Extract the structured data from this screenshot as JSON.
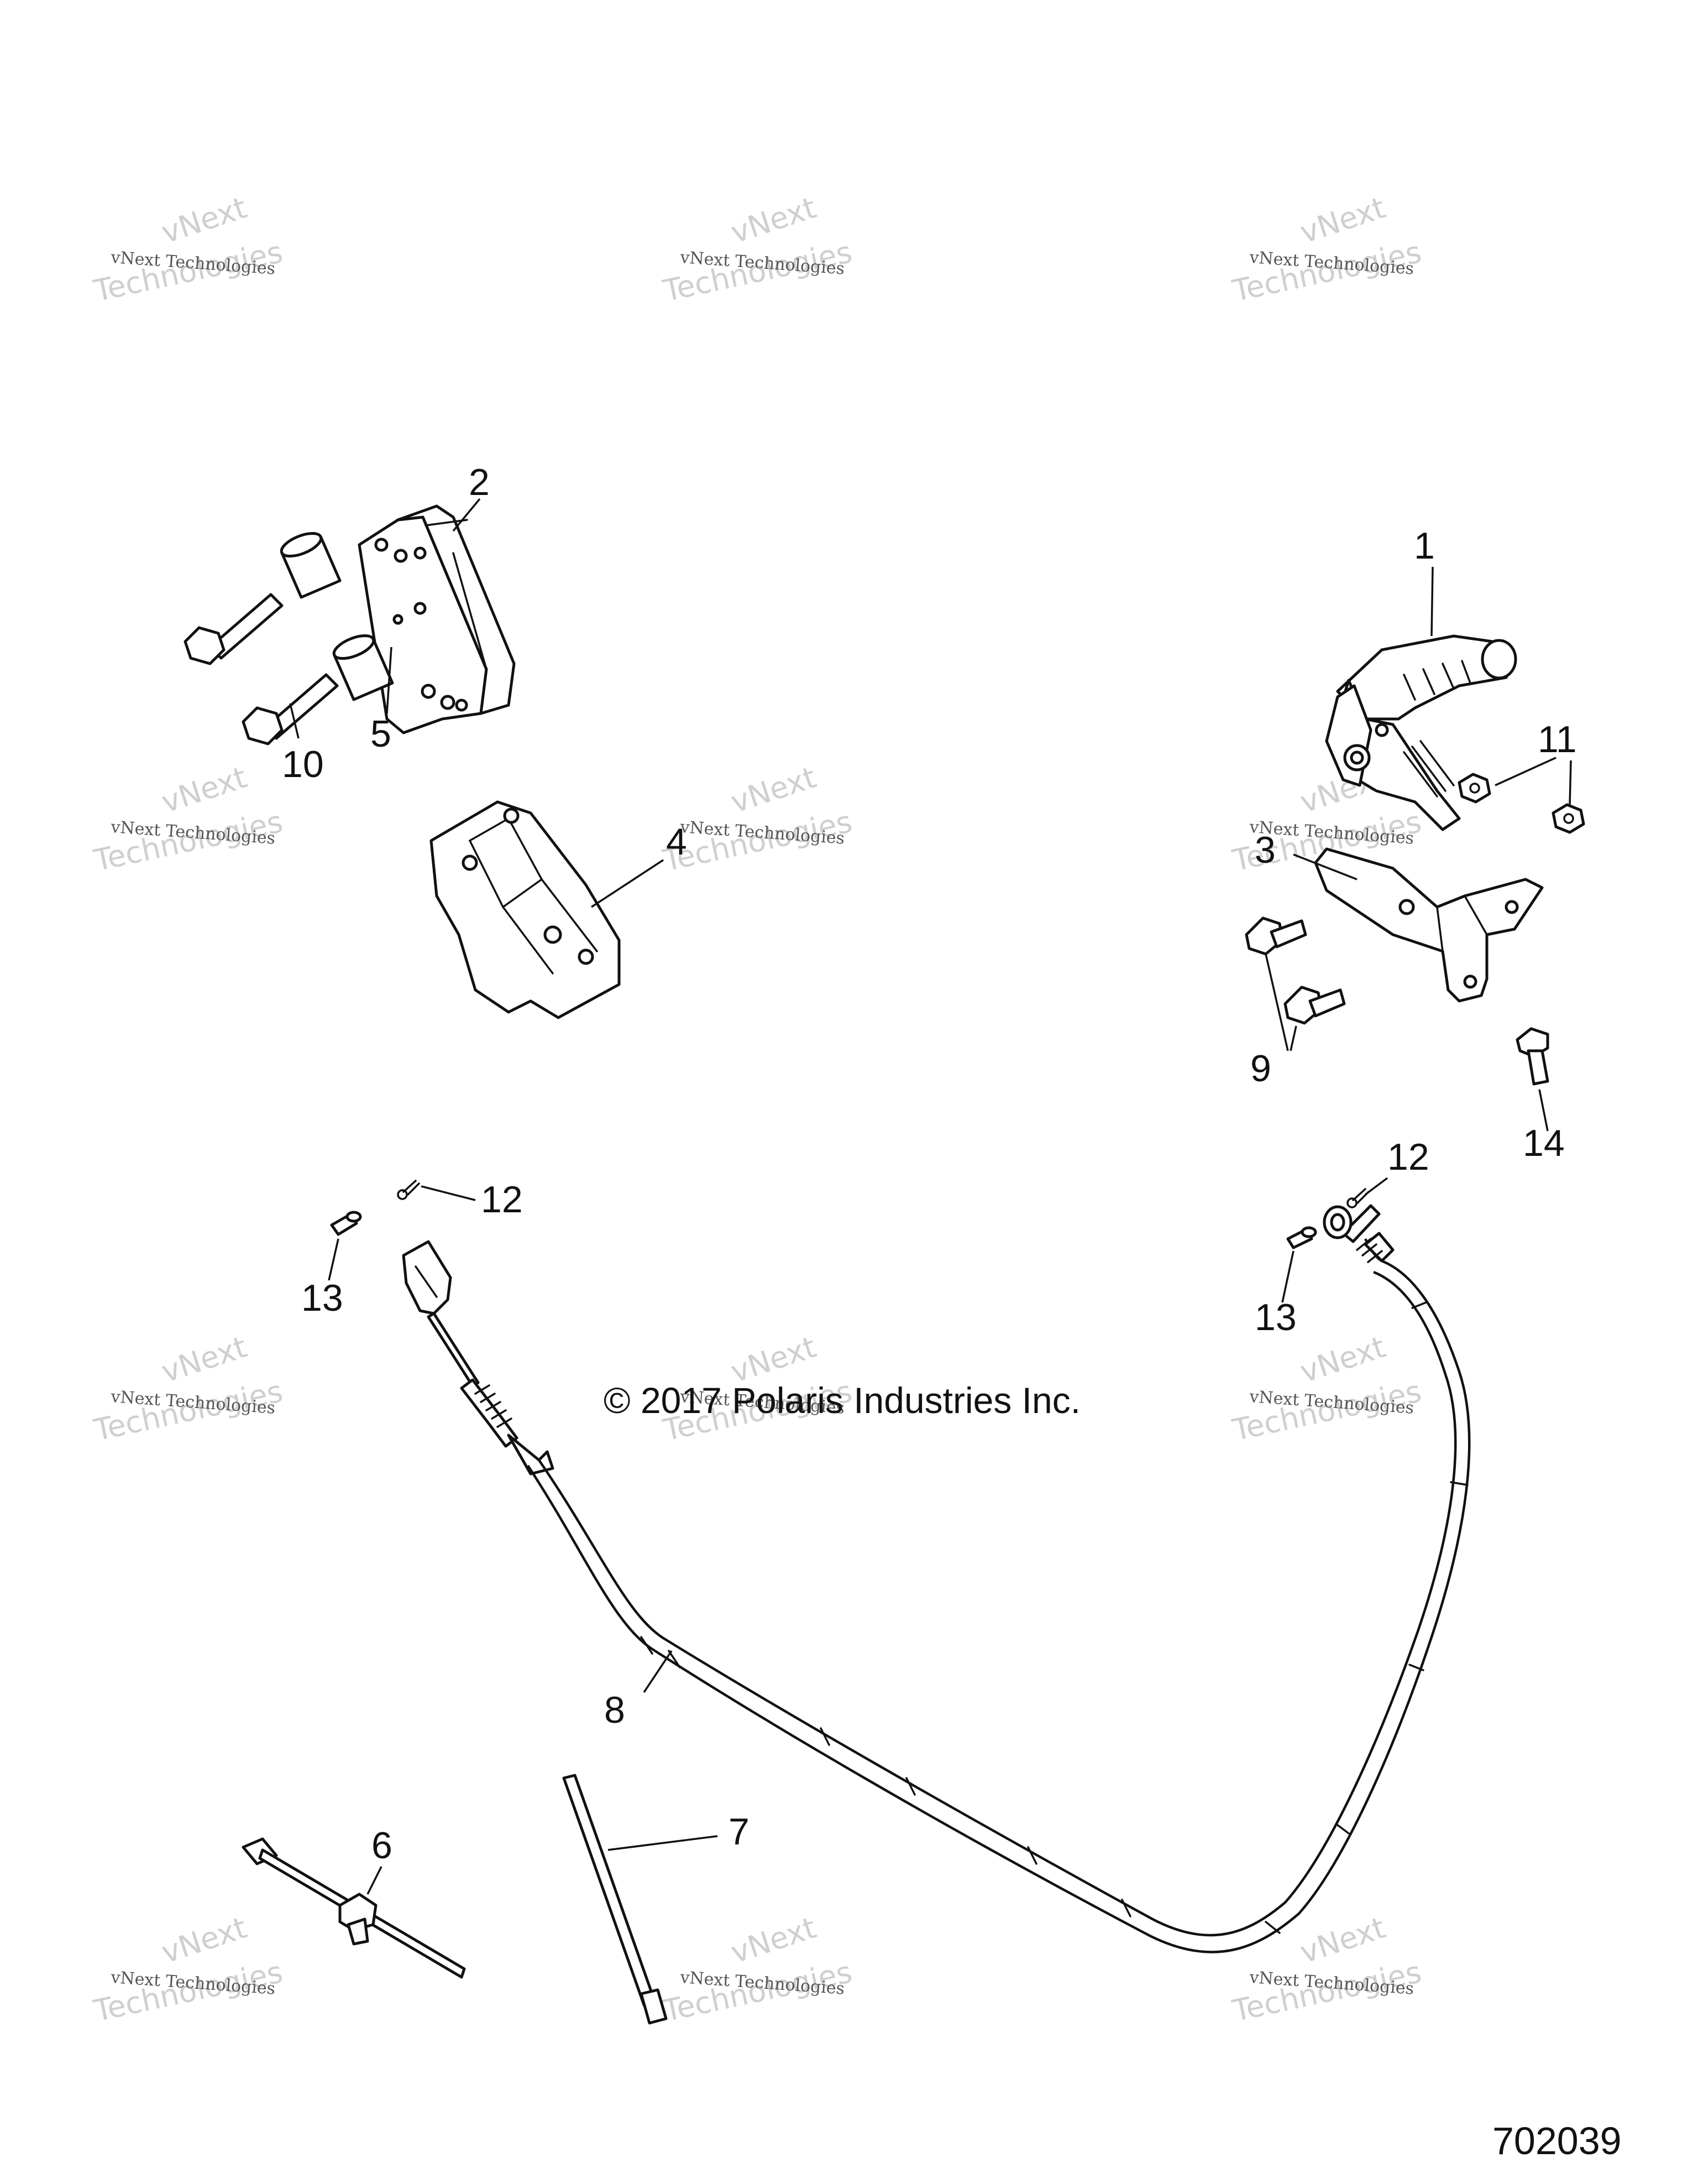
{
  "watermark": {
    "line1": "vNext Technologies",
    "line2": "vNext",
    "line3": "Technologies"
  },
  "copyright": "© 2017 Polaris Industries Inc.",
  "figure_number": "702039",
  "callouts": {
    "c1": "1",
    "c2": "2",
    "c3": "3",
    "c4": "4",
    "c5": "5",
    "c6": "6",
    "c7": "7",
    "c8": "8",
    "c9": "9",
    "c10": "10",
    "c11": "11",
    "c12a": "12",
    "c12b": "12",
    "c13a": "13",
    "c13b": "13",
    "c14": "14"
  },
  "parts": {
    "p1": "parking-brake-lever",
    "p2": "lever-bracket",
    "p3": "mounting-bracket",
    "p4": "support-bracket",
    "p5": "spacer",
    "p6": "push-mount-tie",
    "p7": "cable-tie",
    "p8": "brake-cable",
    "p9": "screw",
    "p10": "bolt",
    "p11": "nut",
    "p12": "cotter-pin",
    "p13": "clevis-pin",
    "p14": "screw"
  }
}
